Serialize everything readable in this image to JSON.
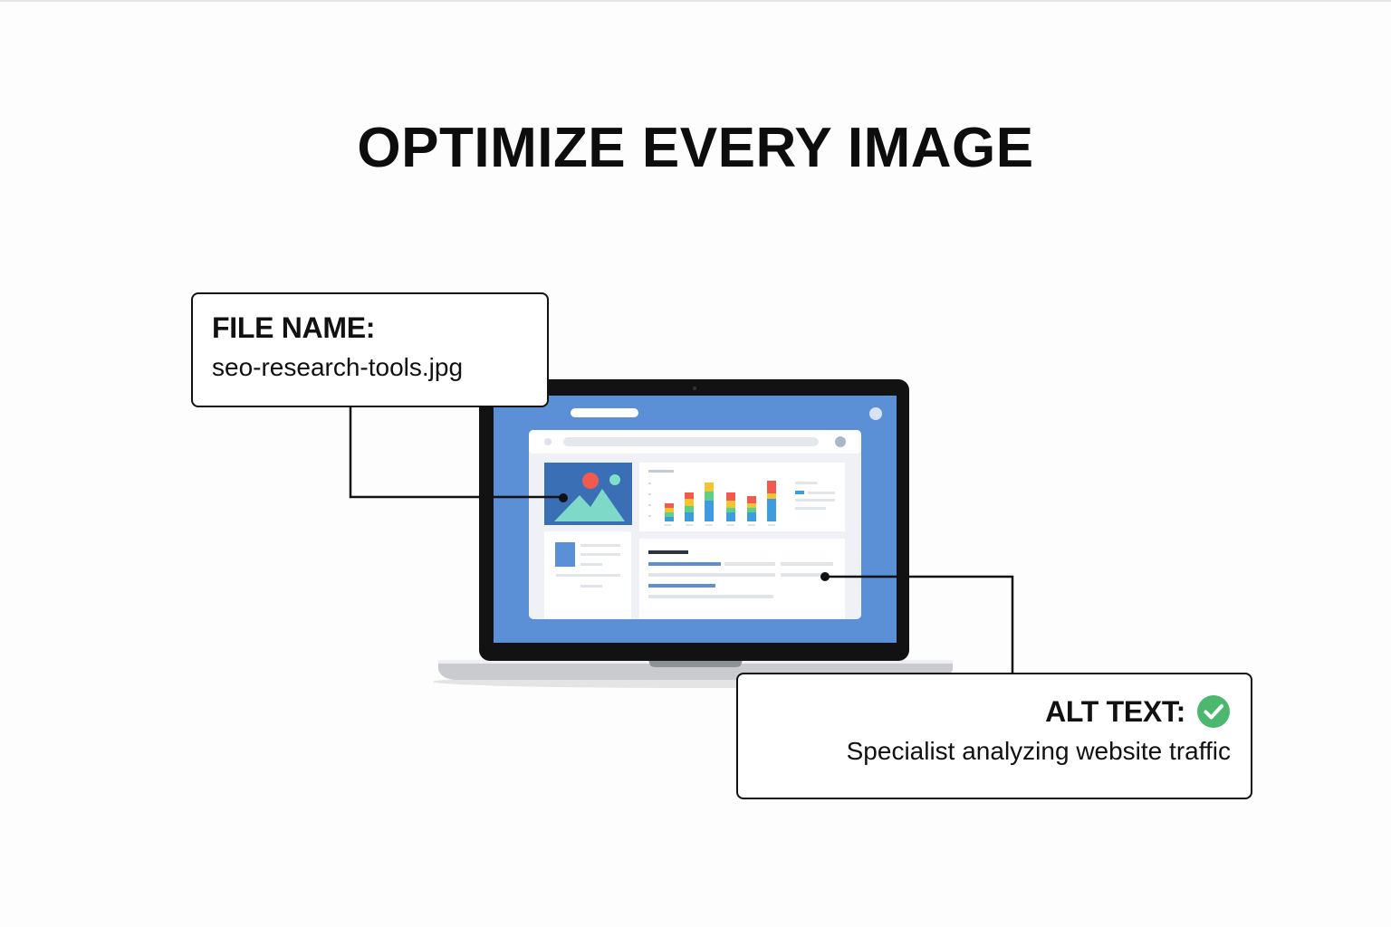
{
  "title": "OPTIMIZE EVERY IMAGE",
  "file_callout": {
    "heading": "FILE NAME:",
    "value": "seo-research-tools.jpg"
  },
  "alt_callout": {
    "heading": "ALT TEXT:",
    "value": "Specialist analyzing website traffic",
    "status_icon": "check-circle-icon"
  },
  "colors": {
    "screen_blue": "#5b8fd6",
    "check_green": "#4cb86f",
    "outline": "#111111",
    "bar_red": "#f05a4f",
    "bar_yellow": "#f4c430",
    "bar_green": "#5ccf8a",
    "bar_blue": "#3d9be0"
  }
}
